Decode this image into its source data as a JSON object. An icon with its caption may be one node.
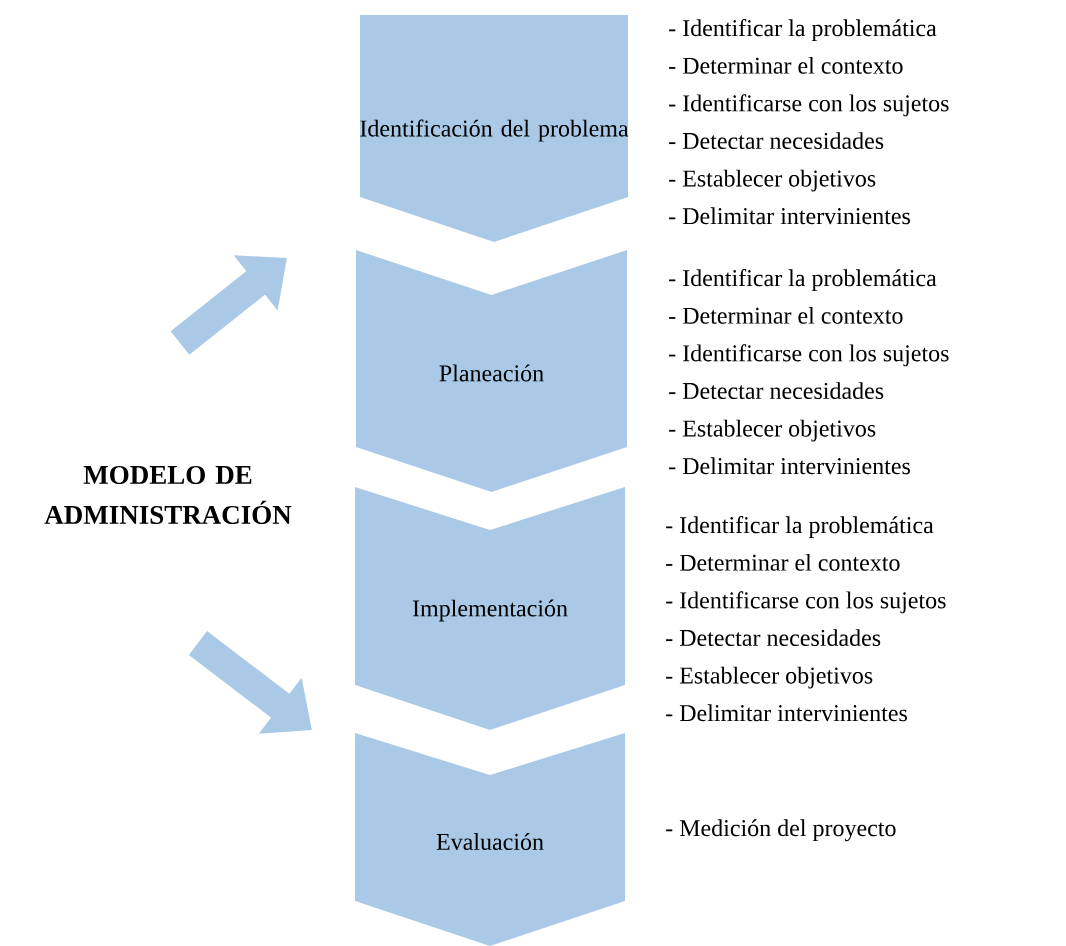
{
  "diagram": {
    "nodes": [
      {
        "text": [
          "MODELO DE ADMINISTRACIÓN"
        ]
      },
      {
        "text": [
          "Identificación del problema"
        ],
        "beside": [
          "- Identificar la problemática",
          "- Determinar el contexto",
          "- Identificarse con los sujetos",
          "- Detectar necesidades",
          "- Establecer objetivos",
          "- Delimitar intervinientes"
        ]
      },
      {
        "text": [
          "Planeación"
        ],
        "beside": [
          "- Identificar la problemática",
          "- Determinar el contexto",
          "- Identificarse con los sujetos",
          "- Detectar necesidades",
          "- Establecer objetivos",
          "- Delimitar intervinientes"
        ]
      },
      {
        "text": [
          "Implementación"
        ],
        "beside": [
          "- Identificar la problemática",
          "- Determinar el contexto",
          "- Identificarse con los sujetos",
          "- Detectar necesidades",
          "- Establecer objetivos",
          "- Delimitar intervinientes"
        ]
      },
      {
        "text": [
          "Evaluación"
        ],
        "beside": [
          "- Medición del proyecto"
        ]
      }
    ]
  }
}
